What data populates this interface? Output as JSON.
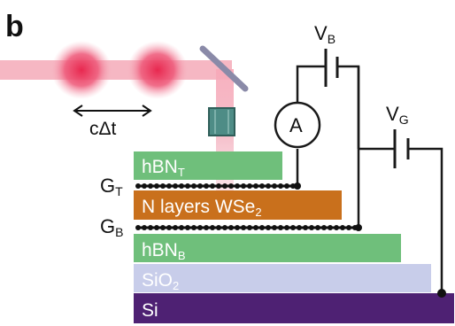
{
  "panel_label": "b",
  "delay_label": "cΔt",
  "ammeter_label": "A",
  "sources": {
    "bias": {
      "main": "V",
      "sub": "B"
    },
    "gate": {
      "main": "V",
      "sub": "G"
    }
  },
  "contacts": {
    "top": {
      "main": "G",
      "sub": "T"
    },
    "bottom": {
      "main": "G",
      "sub": "B"
    }
  },
  "layers": {
    "hbn_top": {
      "main": "hBN",
      "sub": "T",
      "color": "#6fbf7b"
    },
    "wse2": {
      "main": "N layers WSe",
      "sub": "2",
      "color": "#c9701c"
    },
    "hbn_bottom": {
      "main": "hBN",
      "sub": "B",
      "color": "#6fbf7b"
    },
    "sio2": {
      "main": "SiO",
      "sub": "2",
      "color": "#c8cdea"
    },
    "si": {
      "main": "Si",
      "color": "#4e2173"
    }
  },
  "colors": {
    "laser": "#e8476a",
    "mirror": "#8a8aa8",
    "objective": "#4e8c86",
    "wire": "#1a1a1a"
  }
}
